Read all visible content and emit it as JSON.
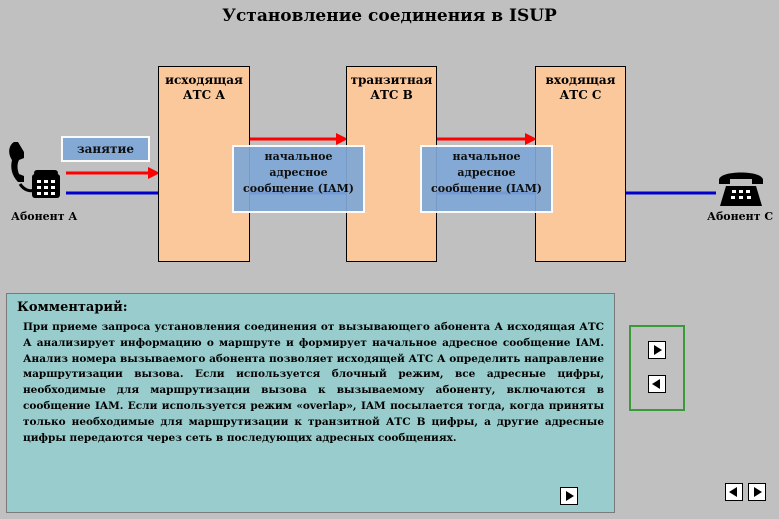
{
  "title": "Установление соединения в ISUP",
  "exchanges": [
    {
      "name": "исходящая",
      "code": "АТС А"
    },
    {
      "name": "транзитная",
      "code": "АТС В"
    },
    {
      "name": "входящая",
      "code": "АТС С"
    }
  ],
  "subscribers": {
    "left": "Абонент А",
    "right": "Абонент С"
  },
  "signals": {
    "seizure": "занятие",
    "iam_line1": "начальное",
    "iam_line2": "адресное",
    "iam_line3": "сообщение (IAM)"
  },
  "comment": {
    "title": "Комментарий:",
    "text": "При приеме запроса установления соединения от вызывающего абонента А исходящая АТС А анализирует информацию о маршруте и формирует начальное адресное сообщение IAM. Анализ номера вызываемого абонента позволяет исходящей АТС А определить направление маршрутизации вызова. Если используется блочный режим, все адресные цифры, необходимые для маршрутизации вызова к вызываемому абоненту, включаются в сообщение IAM. Если используется режим «overlap», IAM посылается тогда, когда приняты только необходимые для маршрутизации к транзитной АТС В цифры, а другие адресные цифры передаются через сеть в последующих адресных сообщениях."
  },
  "colors": {
    "background": "#c0c0c0",
    "exchange_fill": "#fbc89c",
    "message_box": "#7fa8d6",
    "comment_fill": "#99cccc",
    "red_arrow": "#ff0000",
    "blue_line": "#0000cc",
    "nav_border": "#3a9a3a"
  },
  "icons": {
    "caller_phone": "telephone-handset-icon",
    "callee_phone": "telephone-icon",
    "next": "play-right-icon",
    "prev": "play-left-icon"
  }
}
